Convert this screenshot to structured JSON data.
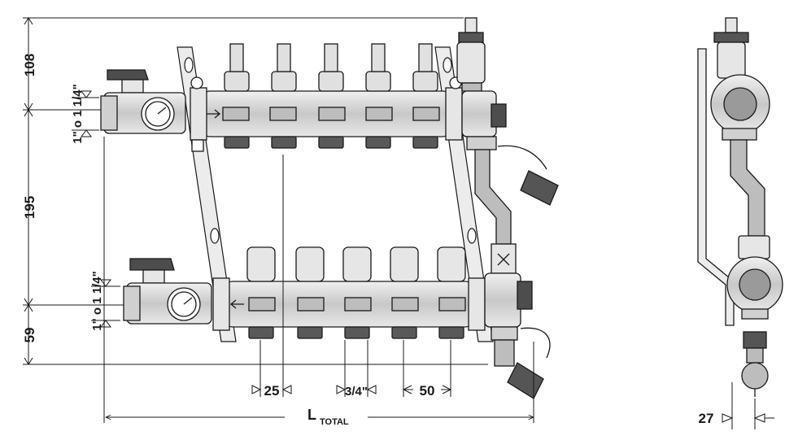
{
  "dimensions": {
    "top_height": "108",
    "middle_height": "195",
    "bottom_height": "59",
    "inlet_size_upper": "1\" o 1 1/4\"",
    "inlet_size_lower": "1\" o 1 1/4\"",
    "outlet_spacing_a": "25",
    "outlet_thread": "3/4\"",
    "outlet_spacing_b": "50",
    "total_length_main": "L",
    "total_length_sub": "TOTAL",
    "side_depth": "27"
  },
  "colors": {
    "line": "#1a1a1a",
    "body": "#d9d9d9",
    "body_dark": "#a6a6a6",
    "handle": "#4d4d4d"
  }
}
